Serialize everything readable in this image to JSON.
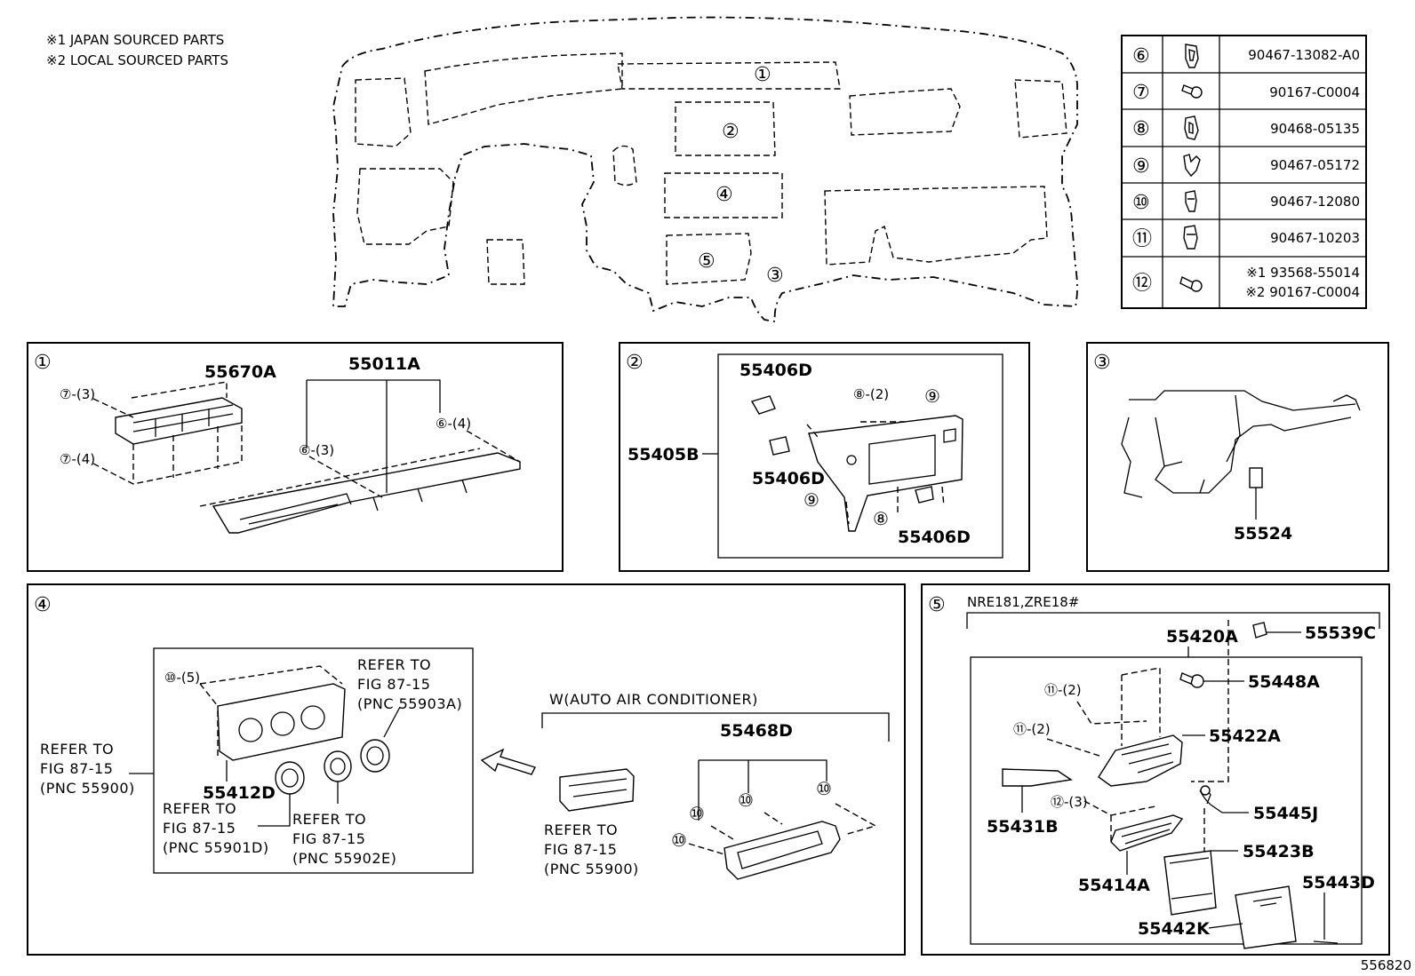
{
  "notes": {
    "n1": "※1 JAPAN SOURCED PARTS",
    "n2": "※2 LOCAL SOURCED PARTS"
  },
  "overview": {
    "callouts": [
      "①",
      "②",
      "③",
      "④",
      "⑤"
    ]
  },
  "fastener_table": {
    "rows": [
      {
        "ref": "⑥",
        "icon": "clip-icon",
        "part": "90467-13082-A0"
      },
      {
        "ref": "⑦",
        "icon": "screw-icon",
        "part": "90167-C0004"
      },
      {
        "ref": "⑧",
        "icon": "clip-icon",
        "part": "90468-05135"
      },
      {
        "ref": "⑨",
        "icon": "clip-icon",
        "part": "90467-05172"
      },
      {
        "ref": "⑩",
        "icon": "clip-icon",
        "part": "90467-12080"
      },
      {
        "ref": "⑪",
        "icon": "clip-icon",
        "part": "90467-10203"
      },
      {
        "ref": "⑫",
        "icon": "screw-icon",
        "part_a": "※1 93568-55014",
        "part_b": "※2 90167-C0004"
      }
    ]
  },
  "panel1": {
    "id": "①",
    "p55670A": "55670A",
    "p55011A": "55011A",
    "c7a": "⑦-(3)",
    "c7b": "⑦-(4)",
    "c6a": "⑥-(3)",
    "c6b": "⑥-(4)"
  },
  "panel2": {
    "id": "②",
    "p55406D_a": "55406D",
    "p55406D_b": "55406D",
    "p55406D_c": "55406D",
    "p55405B": "55405B",
    "c8a": "⑧-(2)",
    "c9a": "⑨",
    "c9b": "⑨",
    "c8b": "⑧"
  },
  "panel3": {
    "id": "③",
    "p55524": "55524"
  },
  "panel4": {
    "id": "④",
    "c10a": "⑩-(5)",
    "refer1_l1": "REFER TO",
    "refer1_l2": "FIG 87-15",
    "refer1_l3": "(PNC 55903A)",
    "refer2_l1": "REFER TO",
    "refer2_l2": "FIG 87-15",
    "refer2_l3": "(PNC 55900)",
    "p55412D": "55412D",
    "refer3_l1": "REFER TO",
    "refer3_l2": "FIG 87-15",
    "refer3_l3": "(PNC 55901D)",
    "refer4_l1": "REFER TO",
    "refer4_l2": "FIG 87-15",
    "refer4_l3": "(PNC 55902E)",
    "auto_ac": "W(AUTO AIR CONDITIONER)",
    "p55468D": "55468D",
    "c10": "⑩",
    "refer5_l1": "REFER TO",
    "refer5_l2": "FIG 87-15",
    "refer5_l3": "(PNC 55900)"
  },
  "panel5": {
    "id": "⑤",
    "variant": "NRE181,ZRE18#",
    "p55420A": "55420A",
    "p55539C": "55539C",
    "p55448A": "55448A",
    "c11a": "⑪-(2)",
    "c11b": "⑪-(2)",
    "p55422A": "55422A",
    "p55431B": "55431B",
    "c12": "⑫-(3)",
    "p55445J": "55445J",
    "p55423B": "55423B",
    "p55414A": "55414A",
    "p55443D": "55443D",
    "p55442K": "55442K"
  },
  "figure_number": "556820"
}
